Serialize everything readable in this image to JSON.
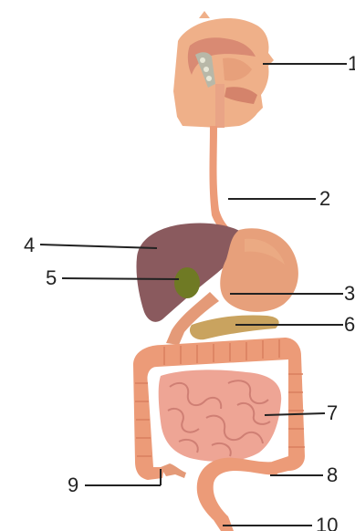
{
  "diagram": {
    "labels": [
      {
        "id": "1",
        "text": "1"
      },
      {
        "id": "2",
        "text": "2"
      },
      {
        "id": "3",
        "text": "3"
      },
      {
        "id": "4",
        "text": "4"
      },
      {
        "id": "5",
        "text": "5"
      },
      {
        "id": "6",
        "text": "6"
      },
      {
        "id": "7",
        "text": "7"
      },
      {
        "id": "8",
        "text": "8"
      },
      {
        "id": "9",
        "text": "9"
      },
      {
        "id": "10",
        "text": "10"
      }
    ],
    "colors": {
      "skin": "#efb089",
      "organ": "#e7a07b",
      "liver": "#8a5a5e",
      "gallbladder": "#6f7a24",
      "pancreas": "#c9a35f",
      "intestine": "#eea595",
      "colon": "#ec9b78",
      "line": "#222222"
    }
  }
}
